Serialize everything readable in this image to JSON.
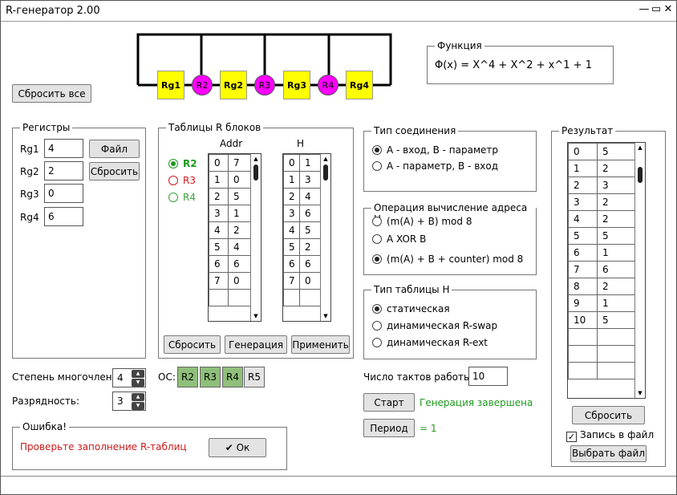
{
  "window": {
    "title": "R-генератор 2.00",
    "controls": [
      "—",
      "▭",
      "✕"
    ]
  },
  "reset_all_label": "Сбросить все",
  "diagram": {
    "registers": [
      "Rg1",
      "Rg2",
      "Rg3",
      "Rg4"
    ],
    "nodes": [
      "R2",
      "R3",
      "R4"
    ],
    "register_color": "#ffff00",
    "node_color": "#ff00ff"
  },
  "function": {
    "legend": "Функция",
    "formula": "Φ(x) = X^4 + X^2 + x^1 + 1"
  },
  "registers_panel": {
    "legend": "Регистры",
    "rows": [
      {
        "label": "Rg1",
        "value": "4"
      },
      {
        "label": "Rg2",
        "value": "2"
      },
      {
        "label": "Rg3",
        "value": "0"
      },
      {
        "label": "Rg4",
        "value": "6"
      }
    ],
    "file_label": "Файл",
    "reset_label": "Сбросить"
  },
  "rtables": {
    "legend": "Таблицы R блоков",
    "options": [
      {
        "label": "R2",
        "color": "#1e9a1e",
        "selected": true
      },
      {
        "label": "R3",
        "color": "#cc1b1b",
        "selected": false
      },
      {
        "label": "R4",
        "color": "#3aa03a",
        "selected": false
      }
    ],
    "addr_header": "Addr",
    "h_header": "H",
    "addr_rows": [
      [
        "0",
        "7"
      ],
      [
        "1",
        "0"
      ],
      [
        "2",
        "5"
      ],
      [
        "3",
        "1"
      ],
      [
        "4",
        "2"
      ],
      [
        "5",
        "4"
      ],
      [
        "6",
        "6"
      ],
      [
        "7",
        "0"
      ]
    ],
    "h_rows": [
      [
        "0",
        "1"
      ],
      [
        "1",
        "3"
      ],
      [
        "2",
        "4"
      ],
      [
        "3",
        "6"
      ],
      [
        "4",
        "5"
      ],
      [
        "5",
        "2"
      ],
      [
        "6",
        "6"
      ],
      [
        "7",
        "0"
      ]
    ],
    "reset_label": "Сбросить",
    "generate_label": "Генерация",
    "apply_label": "Применить"
  },
  "poly_degree": {
    "label": "Степень многочлена:",
    "value": "4"
  },
  "bit_depth": {
    "label": "Разрядность:",
    "value": "3"
  },
  "oc": {
    "label": "ОС:",
    "items": [
      {
        "label": "R2",
        "active": true
      },
      {
        "label": "R3",
        "active": true
      },
      {
        "label": "R4",
        "active": true
      },
      {
        "label": "R5",
        "active": false
      }
    ],
    "active_color": "#8fbf7a"
  },
  "error": {
    "legend": "Ошибка!",
    "message": "Проверьте заполнение R-таблиц",
    "ok_label": "Ок",
    "message_color": "#cc1b1b"
  },
  "connection": {
    "legend": "Тип соединения",
    "options": [
      {
        "label": "А - вход, В - параметр",
        "selected": true
      },
      {
        "label": "А - параметр, В - вход",
        "selected": false
      }
    ]
  },
  "operation": {
    "legend": "Операция вычисление адреса Н",
    "options": [
      {
        "label": "(m(A) + B) mod 8",
        "selected": false
      },
      {
        "label": "A XOR B",
        "selected": false
      },
      {
        "label": "(m(A) + B + counter) mod 8",
        "selected": true
      }
    ]
  },
  "table_type": {
    "legend": "Тип таблицы  Н",
    "options": [
      {
        "label": "статическая",
        "selected": true
      },
      {
        "label": "динамическая R-swap",
        "selected": false
      },
      {
        "label": "динамическая R-ext",
        "selected": false
      }
    ]
  },
  "cycles": {
    "label": "Число тактов работы:",
    "value": "10"
  },
  "start": {
    "label": "Старт",
    "status": "Генерация завершена",
    "status_color": "#1e9a1e"
  },
  "period": {
    "label": "Период",
    "value": "= 1"
  },
  "result": {
    "legend": "Результат",
    "rows": [
      [
        "0",
        "5"
      ],
      [
        "1",
        "2"
      ],
      [
        "2",
        "3"
      ],
      [
        "3",
        "2"
      ],
      [
        "4",
        "2"
      ],
      [
        "5",
        "5"
      ],
      [
        "6",
        "1"
      ],
      [
        "7",
        "6"
      ],
      [
        "8",
        "2"
      ],
      [
        "9",
        "1"
      ],
      [
        "10",
        "5"
      ]
    ],
    "reset_label": "Сбросить",
    "write_to_file_label": "Запись в файл",
    "write_to_file_checked": true,
    "choose_file_label": "Выбрать файл"
  }
}
